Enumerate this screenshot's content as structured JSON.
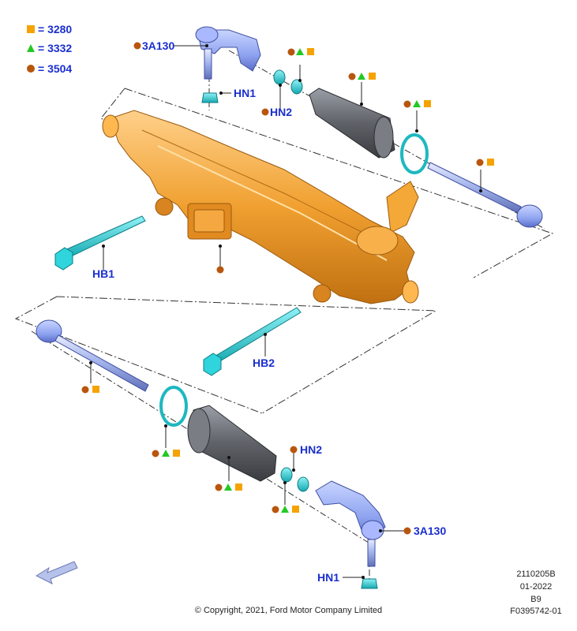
{
  "legend": [
    {
      "shape": "square",
      "color": "#f5a300",
      "label": "= 3280"
    },
    {
      "shape": "triangle",
      "color": "#22c922",
      "label": "= 3332"
    },
    {
      "shape": "circle",
      "color": "#b8560e",
      "label": "= 3504"
    }
  ],
  "callouts": {
    "tie_rod_end_upper": "3A130",
    "tie_rod_end_lower": "3A130",
    "nut_upper": "HN1",
    "nut_lower": "HN1",
    "jam_nut_upper": "HN2",
    "jam_nut_lower": "HN2",
    "bolt_left": "HB1",
    "bolt_center": "HB2"
  },
  "colors": {
    "housing": "#f0a030",
    "blue_part": "#8fa4f0",
    "cyan_part": "#22c8d0",
    "boot": "#6b6e74",
    "text_blue": "#1a2fcf",
    "mark_square": "#f5a300",
    "mark_triangle": "#22c922",
    "mark_circle": "#b8560e"
  },
  "meta": {
    "code": "2110205B",
    "date": "01-2022",
    "version": "B9",
    "figure_id": "F0395742-01",
    "copyright": "© Copyright, 2021, Ford Motor Company Limited"
  },
  "icons": {
    "direction_arrow": "front-direction-arrow-icon"
  }
}
